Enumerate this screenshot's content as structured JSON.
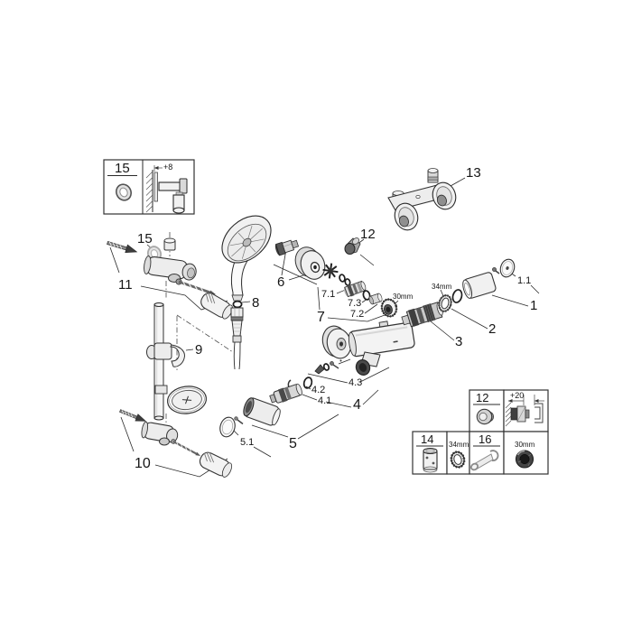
{
  "colors": {
    "background": "#ffffff",
    "line": "#2a2a2a",
    "shade_light": "#f1f1f1",
    "shade_mid": "#d9d9d9",
    "shade_dark": "#4a4a4a",
    "ghost_part": "#b0b0b0"
  },
  "inset_detail": {
    "number": "15",
    "dimension": "+8"
  },
  "legend": {
    "cap_number": "12",
    "extension_dimension": "+20",
    "extension_number": "14",
    "ring_size": "34mm",
    "wrench_number": "16",
    "nut_size": "30mm"
  },
  "callouts": {
    "c1": "1",
    "c1_1": "1.1",
    "c2": "2",
    "c3": "3",
    "c4": "4",
    "c4_1": "4.1",
    "c4_2": "4.2",
    "c4_3": "4.3",
    "c5": "5",
    "c5_1": "5.1",
    "c6": "6",
    "c7": "7",
    "c7_1": "7.1",
    "c7_2": "7.2",
    "c7_3": "7.3",
    "c8": "8",
    "c9": "9",
    "c10": "10",
    "c11": "11",
    "c12": "12",
    "c13": "13",
    "c15": "15",
    "nut_size": "30mm",
    "ring_size": "34mm"
  }
}
